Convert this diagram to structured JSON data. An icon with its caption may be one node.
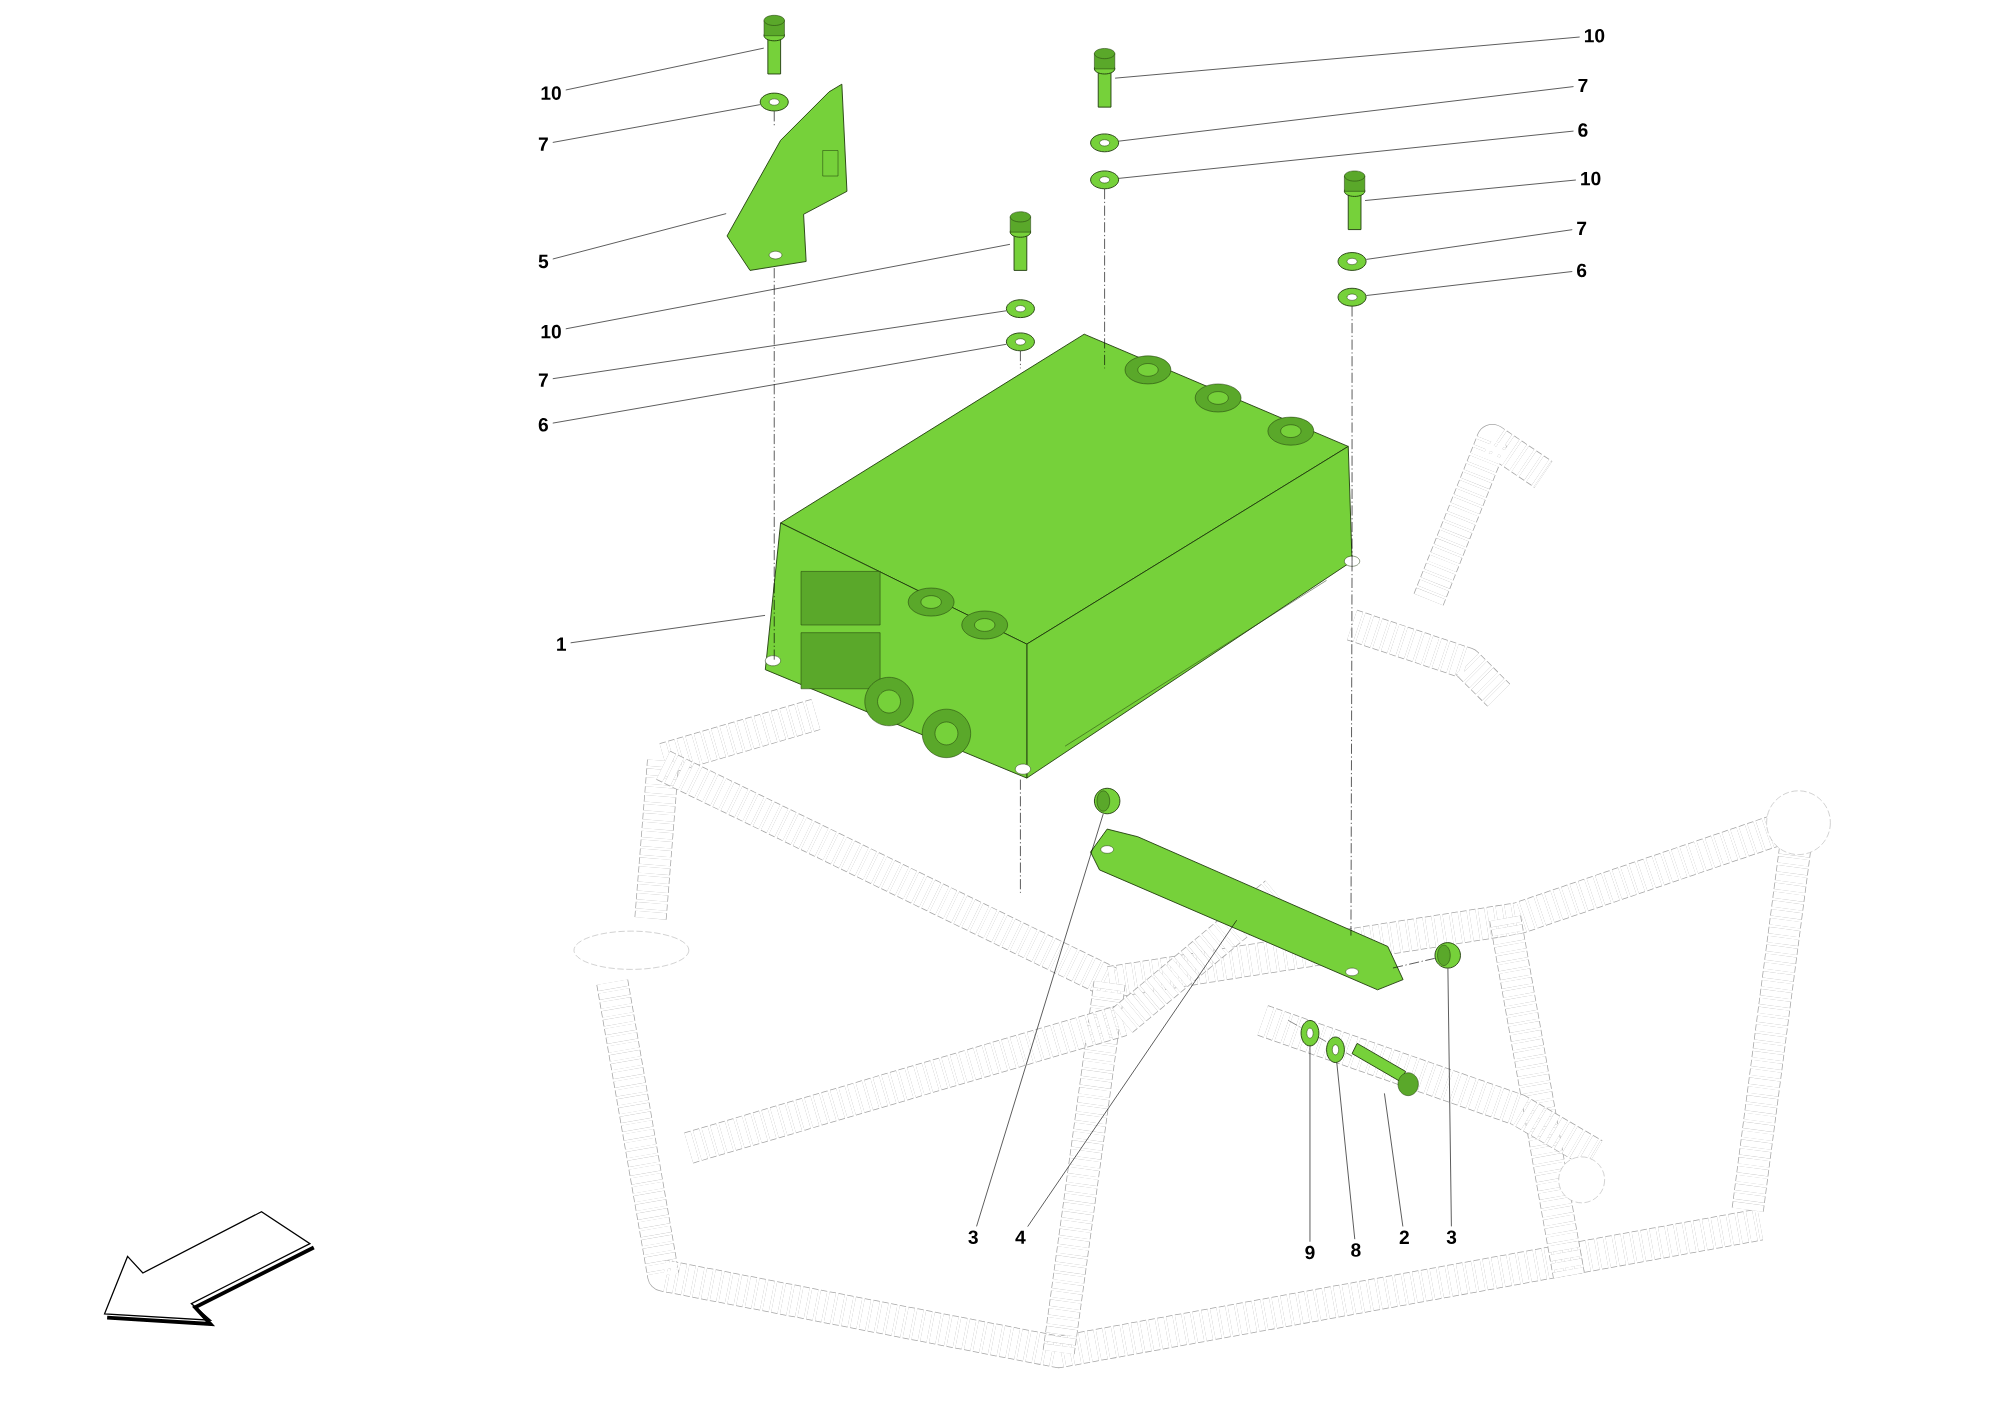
{
  "diagram": {
    "nodes": [
      {
        "text": [
          "10"
        ]
      },
      {
        "text": [
          "7"
        ]
      },
      {
        "text": [
          "5"
        ]
      },
      {
        "text": [
          "10"
        ]
      },
      {
        "text": [
          "7"
        ]
      },
      {
        "text": [
          "6"
        ]
      },
      {
        "text": [
          "1"
        ]
      },
      {
        "text": [
          "10"
        ]
      },
      {
        "text": [
          "7"
        ]
      },
      {
        "text": [
          "6"
        ]
      },
      {
        "text": [
          "10"
        ]
      },
      {
        "text": [
          "7"
        ]
      },
      {
        "text": [
          "6"
        ]
      },
      {
        "text": [
          "3"
        ]
      },
      {
        "text": [
          "4"
        ]
      },
      {
        "text": [
          "9"
        ]
      },
      {
        "text": [
          "8"
        ]
      },
      {
        "text": [
          "2"
        ]
      },
      {
        "text": [
          "3"
        ]
      },
      {
        "text": [],
        "shape": "picture"
      },
      {
        "text": [],
        "shape": "picture"
      },
      {
        "text": [],
        "shape": "picture"
      },
      {
        "text": [],
        "shape": "picture"
      },
      {
        "text": [],
        "shape": "picture"
      },
      {
        "text": [],
        "shape": "picture"
      },
      {
        "text": [],
        "shape": "picture"
      },
      {
        "text": [],
        "shape": "picture"
      },
      {
        "text": [],
        "shape": "picture"
      },
      {
        "text": [],
        "shape": "picture"
      },
      {
        "text": [],
        "shape": "picture"
      },
      {
        "text": [],
        "shape": "picture"
      },
      {
        "text": [],
        "shape": "picture"
      },
      {
        "text": [],
        "shape": "picture"
      },
      {
        "text": [],
        "shape": "picture"
      },
      {
        "text": [],
        "shape": "picture"
      },
      {
        "text": [],
        "shape": "picture"
      },
      {
        "text": [],
        "shape": "picture"
      },
      {
        "text": [],
        "shape": "picture"
      }
    ],
    "edges": [
      {
        "from": 0,
        "to": 19,
        "arrow": "none"
      },
      {
        "from": 1,
        "to": 20,
        "arrow": "none"
      },
      {
        "from": 2,
        "to": 21,
        "arrow": "none"
      },
      {
        "from": 3,
        "to": 22,
        "arrow": "none"
      },
      {
        "from": 4,
        "to": 23,
        "arrow": "none"
      },
      {
        "from": 5,
        "to": 24,
        "arrow": "none"
      },
      {
        "from": 6,
        "to": 25,
        "arrow": "none"
      },
      {
        "from": 7,
        "to": 26,
        "arrow": "none"
      },
      {
        "from": 8,
        "to": 27,
        "arrow": "none"
      },
      {
        "from": 9,
        "to": 28,
        "arrow": "none"
      },
      {
        "from": 10,
        "to": 29,
        "arrow": "none"
      },
      {
        "from": 11,
        "to": 30,
        "arrow": "none"
      },
      {
        "from": 12,
        "to": 31,
        "arrow": "none"
      },
      {
        "from": 13,
        "to": 32,
        "arrow": "none"
      },
      {
        "from": 14,
        "to": 33,
        "arrow": "none"
      },
      {
        "from": 15,
        "to": 34,
        "arrow": "none"
      },
      {
        "from": 16,
        "to": 35,
        "arrow": "none"
      },
      {
        "from": 17,
        "to": 36,
        "arrow": "none"
      },
      {
        "from": 18,
        "to": 37,
        "arrow": "none"
      },
      {
        "from": 20,
        "to": 21,
        "arrow": "none",
        "style": "dashed"
      },
      {
        "from": 21,
        "to": 25,
        "arrow": "none",
        "style": "dashed"
      },
      {
        "from": 24,
        "to": 25,
        "arrow": "none",
        "style": "dashed"
      },
      {
        "from": 28,
        "to": 25,
        "arrow": "none",
        "style": "dashed"
      },
      {
        "from": 31,
        "to": 25,
        "arrow": "none",
        "style": "dashed"
      },
      {
        "from": 25,
        "to": 33,
        "arrow": "none",
        "style": "dashed"
      },
      {
        "from": 33,
        "to": 37,
        "arrow": "none",
        "style": "dashed"
      },
      {
        "from": 25,
        "to": null,
        "arrow": "none",
        "style": "dashed"
      }
    ]
  }
}
